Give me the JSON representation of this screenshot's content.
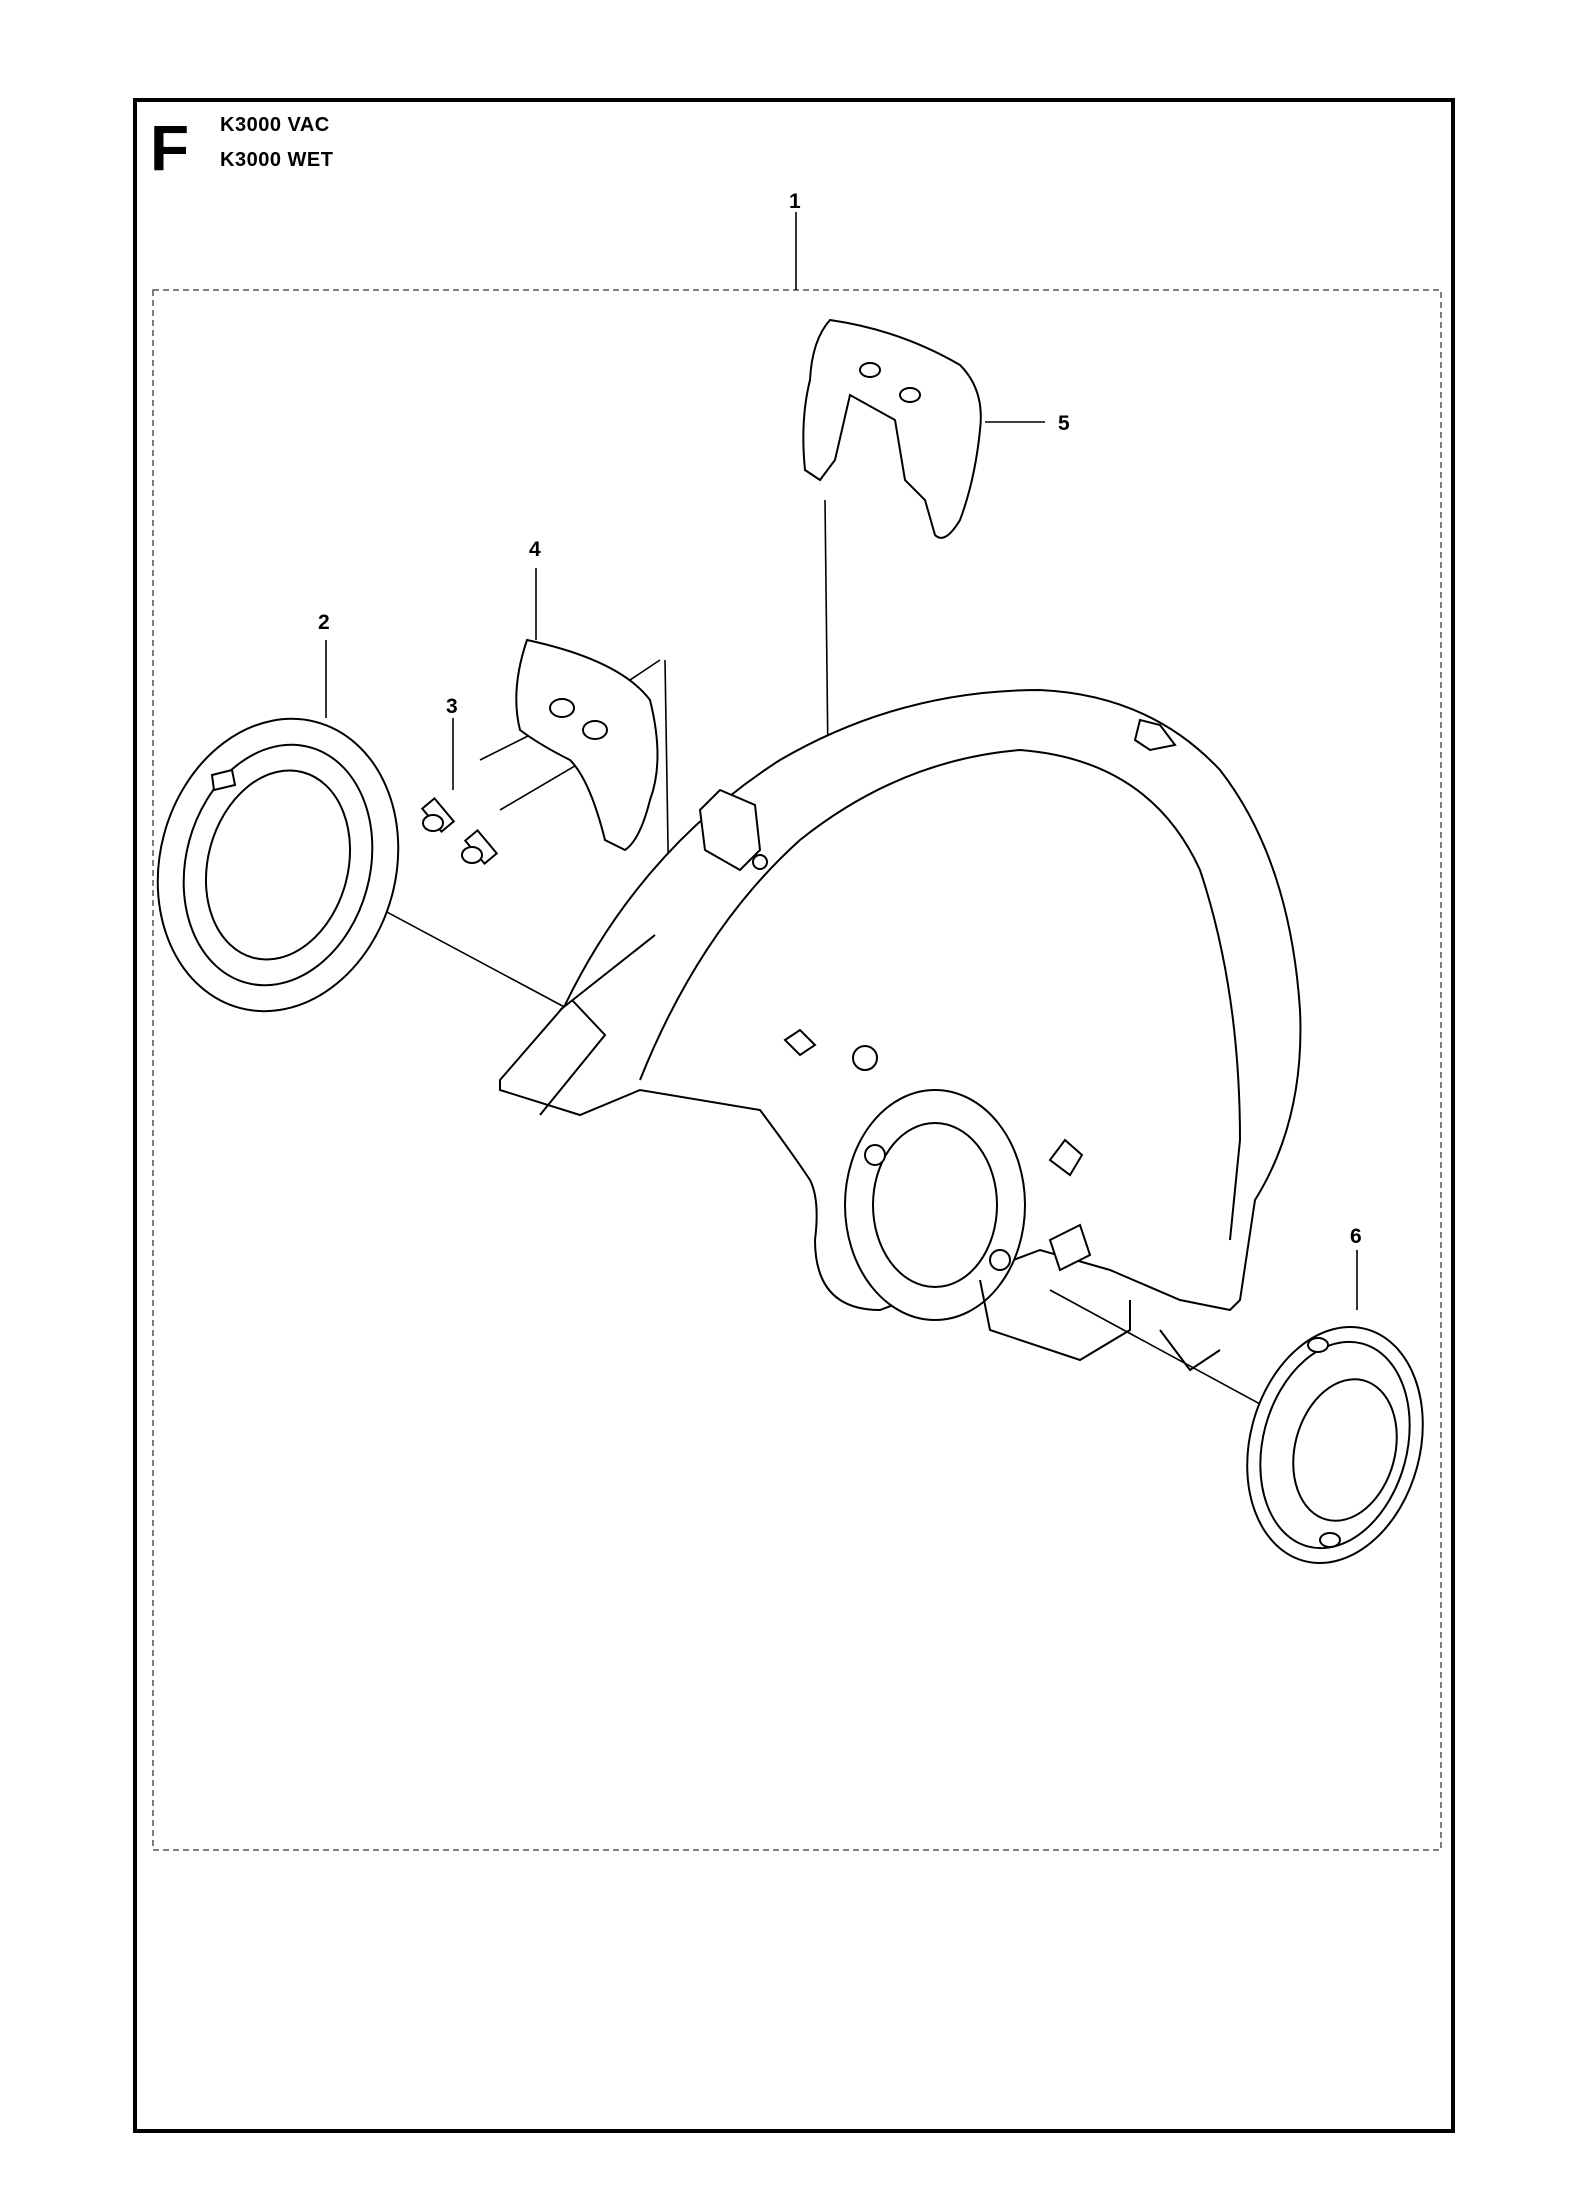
{
  "section": {
    "letter": "F",
    "models": [
      "K3000 VAC",
      "K3000 WET"
    ]
  },
  "callouts": [
    {
      "id": "1",
      "label": "1"
    },
    {
      "id": "2",
      "label": "2"
    },
    {
      "id": "3",
      "label": "3"
    },
    {
      "id": "4",
      "label": "4"
    },
    {
      "id": "5",
      "label": "5"
    },
    {
      "id": "6",
      "label": "6"
    }
  ],
  "colors": {
    "line": "#000000",
    "fill": "#ffffff",
    "shade": "#d9d9d9",
    "dashed_box": "#555555"
  }
}
